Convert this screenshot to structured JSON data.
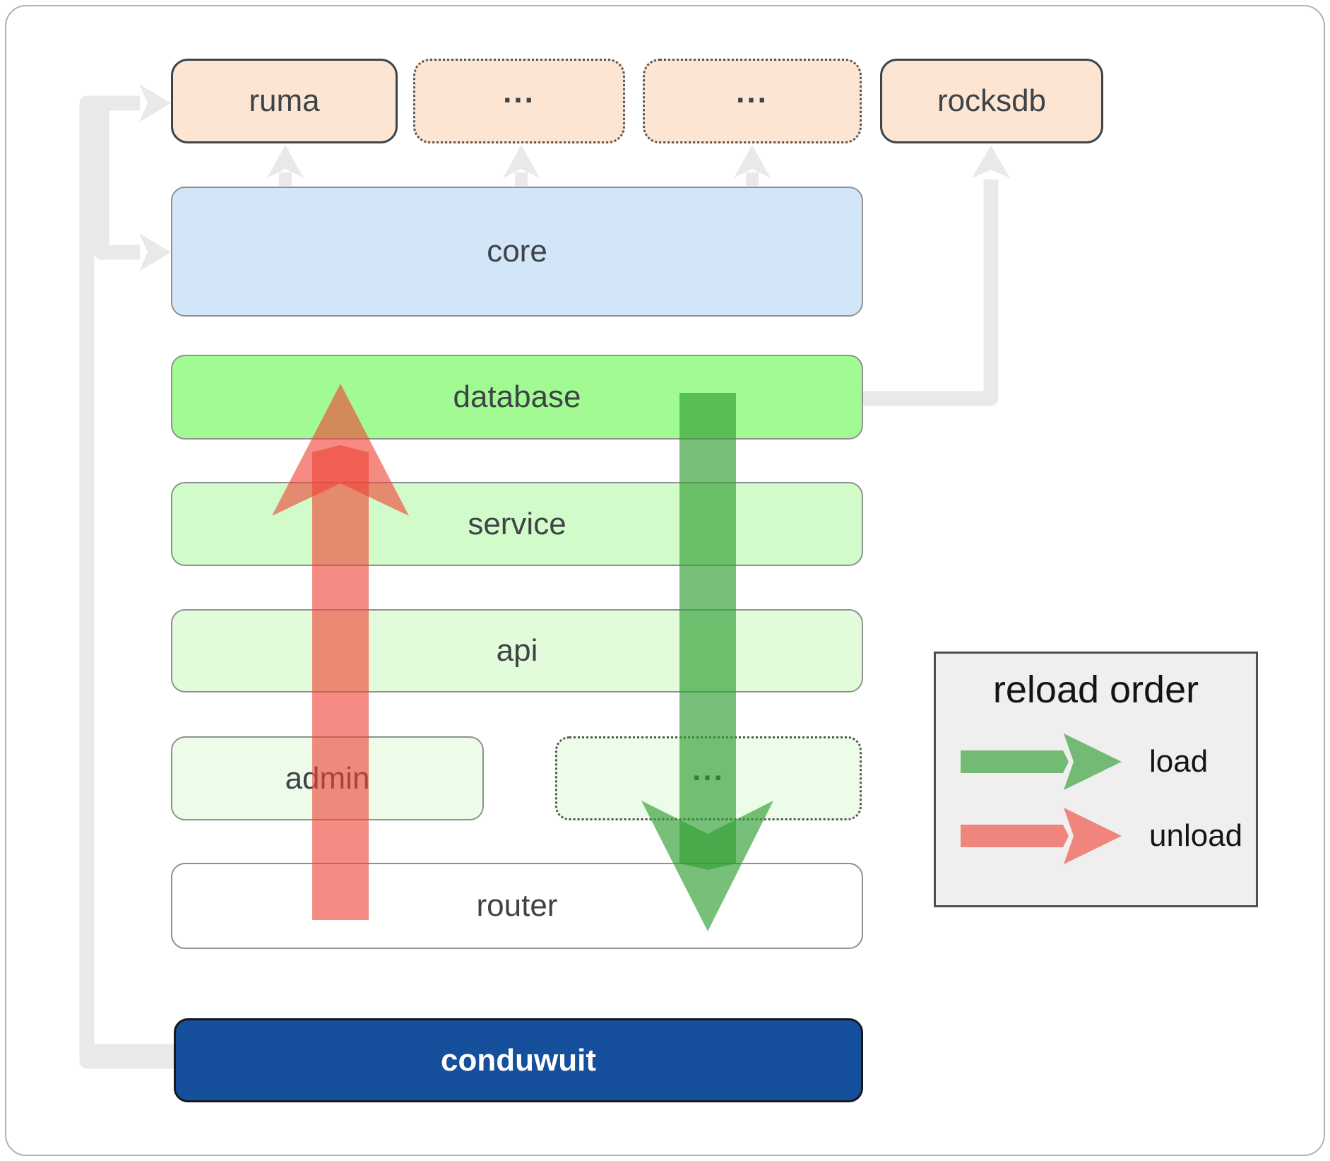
{
  "diagram": {
    "top_row": [
      {
        "id": "ruma",
        "label": "ruma",
        "style": "solid"
      },
      {
        "id": "ext-1",
        "label": "...",
        "style": "dotted"
      },
      {
        "id": "ext-2",
        "label": "...",
        "style": "dotted"
      },
      {
        "id": "rocksdb",
        "label": "rocksdb",
        "style": "solid"
      }
    ],
    "layers": [
      {
        "id": "core",
        "label": "core"
      },
      {
        "id": "database",
        "label": "database"
      },
      {
        "id": "service",
        "label": "service"
      },
      {
        "id": "api",
        "label": "api"
      }
    ],
    "admin_row": [
      {
        "id": "admin",
        "label": "admin"
      },
      {
        "id": "admin-ext",
        "label": "..."
      }
    ],
    "router": {
      "label": "router"
    },
    "main_binary": {
      "label": "conduwuit"
    }
  },
  "legend": {
    "title": "reload order",
    "items": [
      {
        "label": "load",
        "color": "#2f9e33"
      },
      {
        "label": "unload",
        "color": "#ef4437"
      }
    ]
  },
  "colors": {
    "load_green": "#2f9e33",
    "unload_red": "#ef4437",
    "connector_gray": "#e9e9e9",
    "peach_fill": "#fce5d3",
    "core_fill": "#d3e6f9",
    "database_fill": "#a2fb92",
    "service_fill": "#d2fbca",
    "api_fill": "#e2fcdb",
    "admin_fill": "#edfce9",
    "router_fill": "#ffffff",
    "conduwuit_fill": "#164f9c",
    "legend_bg": "#efefef"
  }
}
